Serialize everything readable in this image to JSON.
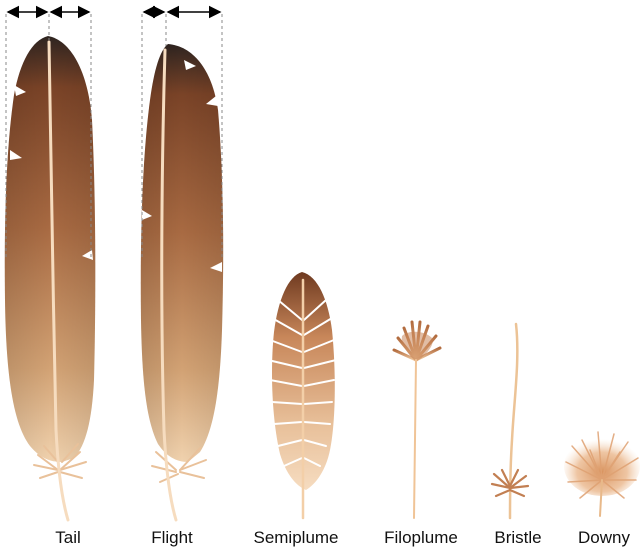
{
  "feathers": [
    {
      "key": "tail",
      "label": "Tail"
    },
    {
      "key": "flight",
      "label": "Flight"
    },
    {
      "key": "semiplume",
      "label": "Semiplume"
    },
    {
      "key": "filoplume",
      "label": "Filoplume"
    },
    {
      "key": "bristle",
      "label": "Bristle"
    },
    {
      "key": "downy",
      "label": "Downy"
    }
  ],
  "colors": {
    "tip": "#3b2a21",
    "upper": "#8a4a26",
    "mid": "#a8693f",
    "lower": "#d9ab7d",
    "base": "#f0d3b0",
    "rachis": "#f6dcbf",
    "quill": "#e8b98a",
    "guide": "#888888",
    "arrow": "#000000",
    "label": "#111111"
  }
}
